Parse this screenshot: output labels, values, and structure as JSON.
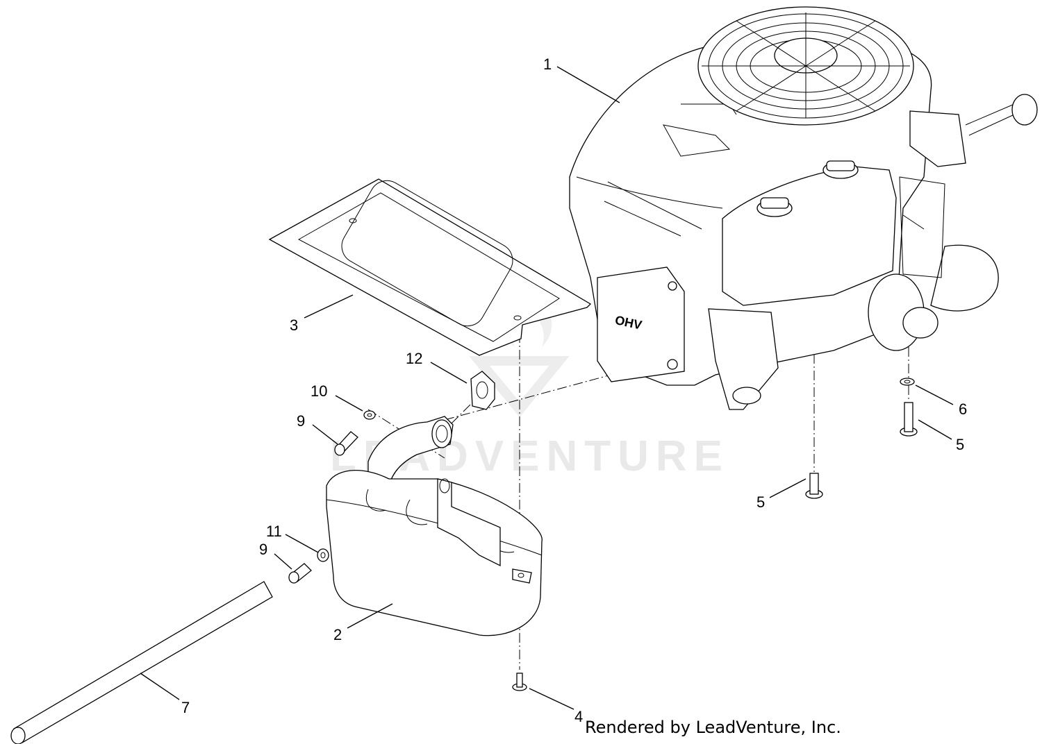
{
  "watermark": "LEADVENTURE",
  "credit": "Rendered by LeadVenture, Inc.",
  "engine_badge": "OHV",
  "callouts": {
    "engine": "1",
    "muffler": "2",
    "heat_shield": "3",
    "bottom_bolt": "4",
    "engine_bolt_center": "5",
    "engine_bolt_right": "5",
    "washer_right": "6",
    "tailpipe": "7",
    "screw_upper": "9",
    "screw_lower": "9",
    "washer_upper": "10",
    "washer_lower": "11",
    "gasket": "12"
  }
}
